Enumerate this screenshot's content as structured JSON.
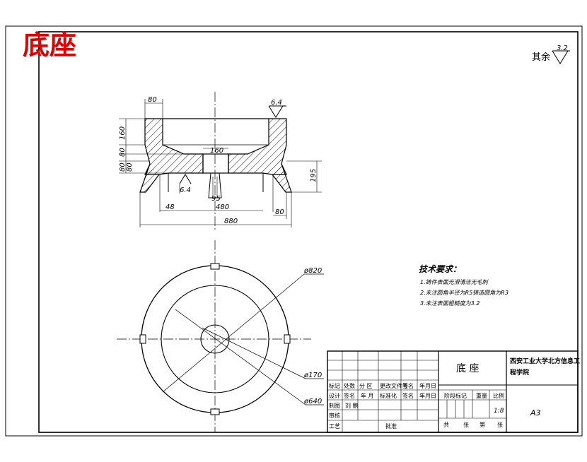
{
  "title_red": "底座",
  "roughness_note": {
    "prefix": "其余",
    "value": "3.2"
  },
  "roughness_marks": [
    "6.4",
    "6.4"
  ],
  "dimensions": {
    "top_width": "80",
    "dim_160": "160",
    "dim_80a": "80",
    "dim_80b": "80",
    "dim_90": "80",
    "center_160": "160",
    "dim_95": "95",
    "dim_195": "195",
    "dim_48": "48",
    "dim_480": "480",
    "dim_80_bottom": "80",
    "dim_880": "880"
  },
  "diameters": {
    "d820": "ø820",
    "d170": "ø170",
    "d640": "ø640"
  },
  "tech_req": {
    "heading": "技术要求：",
    "lines": [
      "1.铸件表面光滑清洁无毛刺",
      "2.未注圆角半径为R5铸造圆角为R3",
      "3.未注表面粗糙度为3.2"
    ]
  },
  "title_block": {
    "part_name": "底  座",
    "school": "西安工业大学北方信息工程学院",
    "size": "A3",
    "scale_label": "比例",
    "scale": "1:8",
    "weight_label": "重量",
    "stage_label": "阶段标记",
    "sheet": [
      "共",
      "张",
      "第",
      "张"
    ],
    "row_labels": [
      "标记",
      "处数",
      "分 区",
      "更改文件号",
      "签名",
      "年月日"
    ],
    "row2_labels": [
      "设计",
      "签名",
      "年 月",
      "标准化",
      "签名",
      "年月日"
    ],
    "left_labels": [
      "制图",
      "审核",
      "工艺"
    ],
    "drafter": "刘 鹏",
    "approve": "批准"
  }
}
